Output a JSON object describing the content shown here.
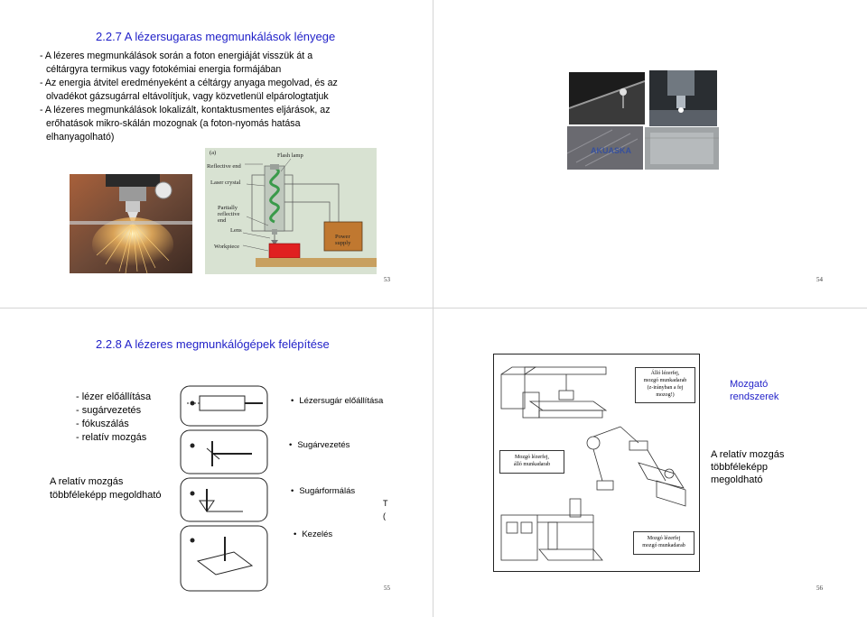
{
  "slide53": {
    "title": "2.2.7 A lézersugaras megmunkálások lényege",
    "lines": [
      "- A lézeres megmunkálások során a foton energiáját visszük át a",
      "céltárgyra termikus vagy fotokémiai energia formájában",
      "- Az energia átvitel eredményeként a céltárgy anyaga megolvad, és az",
      "olvadékot gázsugárral eltávolítjuk, vagy közvetlenül elpárologtatjuk",
      "- A lézeres megmunkálások lokalizált, kontaktusmentes eljárások, az",
      "erőhatások mikro-skálán mozognak (a foton-nyomás hatása",
      "elhanyagolható)"
    ],
    "diagram": {
      "panel": "(a)",
      "reflective_end": "Reflective end",
      "flash_lamp": "Flash lamp",
      "laser_crystal": "Laser crystal",
      "partially_1": "Partially",
      "partially_2": "reflective",
      "partially_3": "end",
      "lens": "Lens",
      "workpiece": "Workpiece",
      "power_1": "Power",
      "power_2": "supply"
    },
    "page_number": "53"
  },
  "slide54": {
    "page_number": "54"
  },
  "slide55": {
    "title": "2.2.8 A lézeres megmunkálógépek felépítése",
    "list": [
      "- lézer előállítása",
      "- sugárvezetés",
      "- fókuszálás",
      "- relatív mozgás"
    ],
    "note_1": "A relatív mozgás",
    "note_2": "többféleképp megoldható",
    "bullets": [
      "Lézersugár előállítása",
      "Sugárvezetés",
      "Sugárformálás",
      "Kezelés"
    ],
    "bullet_symbol": "•",
    "stray_1": "T",
    "stray_2": "(",
    "page_number": "55"
  },
  "slide56": {
    "heading_1": "Mozgató",
    "heading_2": "rendszerek",
    "note_1": "A relatív mozgás",
    "note_2": "többféleképp",
    "note_3": "megoldható",
    "label_a_1": "Álló lézerfej,",
    "label_a_2": "mozgó munkadarab",
    "label_a_3": "(z-irányban a fej",
    "label_a_4": "mozog!)",
    "label_b_1": "Mozgó lézerfej,",
    "label_b_2": "álló munkadarab",
    "label_c_1": "Mozgó lézerfej",
    "label_c_2": "mozgó munkadarab",
    "page_number": "56"
  },
  "colors": {
    "title_blue": "#1f1fc8",
    "diagram_bg": "#d8e2d2",
    "workpiece_red": "#e02020",
    "power_brown": "#c07830"
  }
}
